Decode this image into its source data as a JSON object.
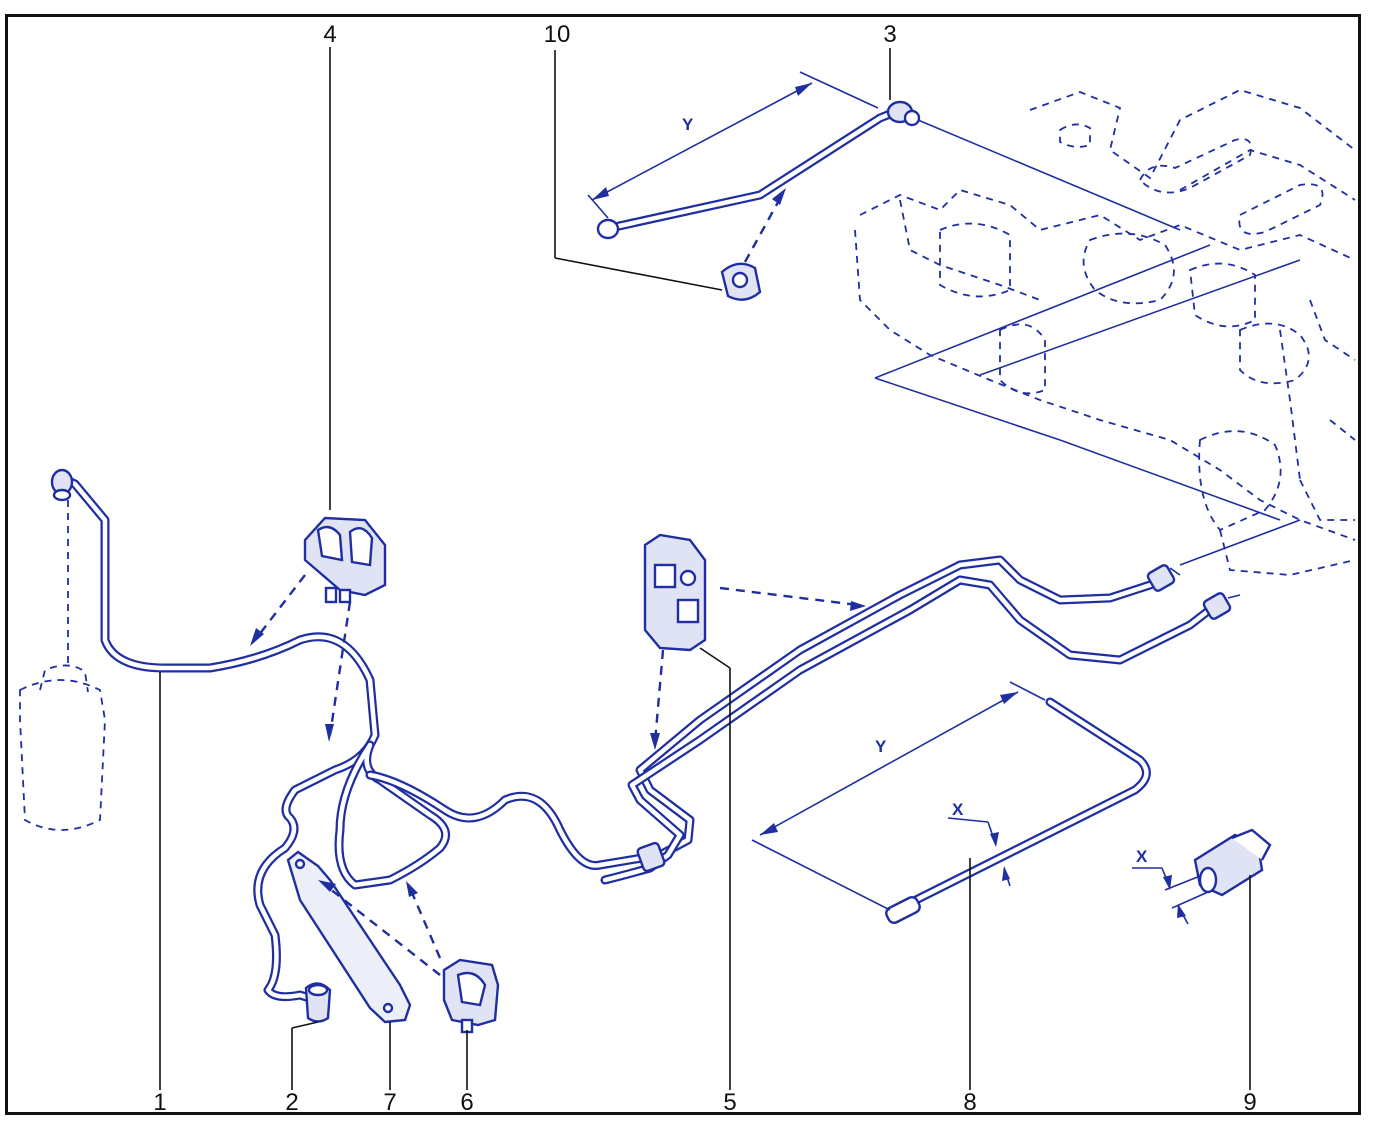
{
  "labels": {
    "l1": "1",
    "l2": "2",
    "l3": "3",
    "l4": "4",
    "l5": "5",
    "l6": "6",
    "l7": "7",
    "l8": "8",
    "l9": "9",
    "l10": "10"
  },
  "dimensions": {
    "y_top": "Y",
    "y_bottom": "Y",
    "x_pipe": "X",
    "x_union": "X"
  },
  "colors": {
    "line": "#1f2ea0",
    "frame": "#111111"
  }
}
